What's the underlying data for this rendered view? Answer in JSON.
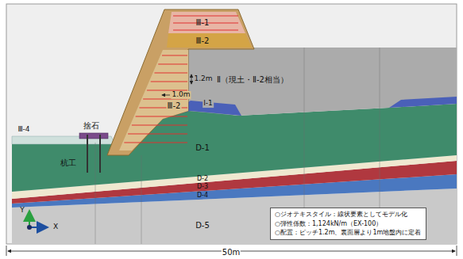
{
  "diagram": {
    "nodes": [
      {
        "text": [
          "○ジオテキスタイル：線状要素としてモデル化",
          "○弾性係数：1,124kN/m（EX-100）",
          "○配置：ピッチ1.2m、裏面層より1m地盤内に定着"
        ]
      }
    ],
    "labels": [
      "Ⅲ-1",
      "Ⅲ-2",
      "Ⅲ-2",
      "1.2m",
      "1.0m",
      "Ⅱ（現土・Ⅱ-2相当）",
      "Ⅰ-1",
      "D-1",
      "D-2",
      "D-3",
      "D-4",
      "D-5",
      "Ⅲ-4",
      "捨石",
      "杭工",
      "Y",
      "X",
      "50m"
    ]
  }
}
